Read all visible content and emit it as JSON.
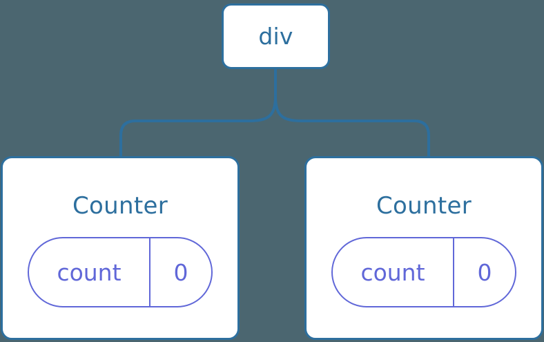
{
  "diagram": {
    "type": "component-tree",
    "background_color": "#4b6670",
    "node_border_color": "#2d6f9e",
    "node_fill_color": "#ffffff",
    "node_label_color": "#2d6f9e",
    "state_color": "#6067d8",
    "connector_color": "#2d6f9e",
    "root": {
      "label": "div"
    },
    "children": [
      {
        "title": "Counter",
        "state": {
          "key": "count",
          "value": "0"
        }
      },
      {
        "title": "Counter",
        "state": {
          "key": "count",
          "value": "0"
        }
      }
    ]
  }
}
